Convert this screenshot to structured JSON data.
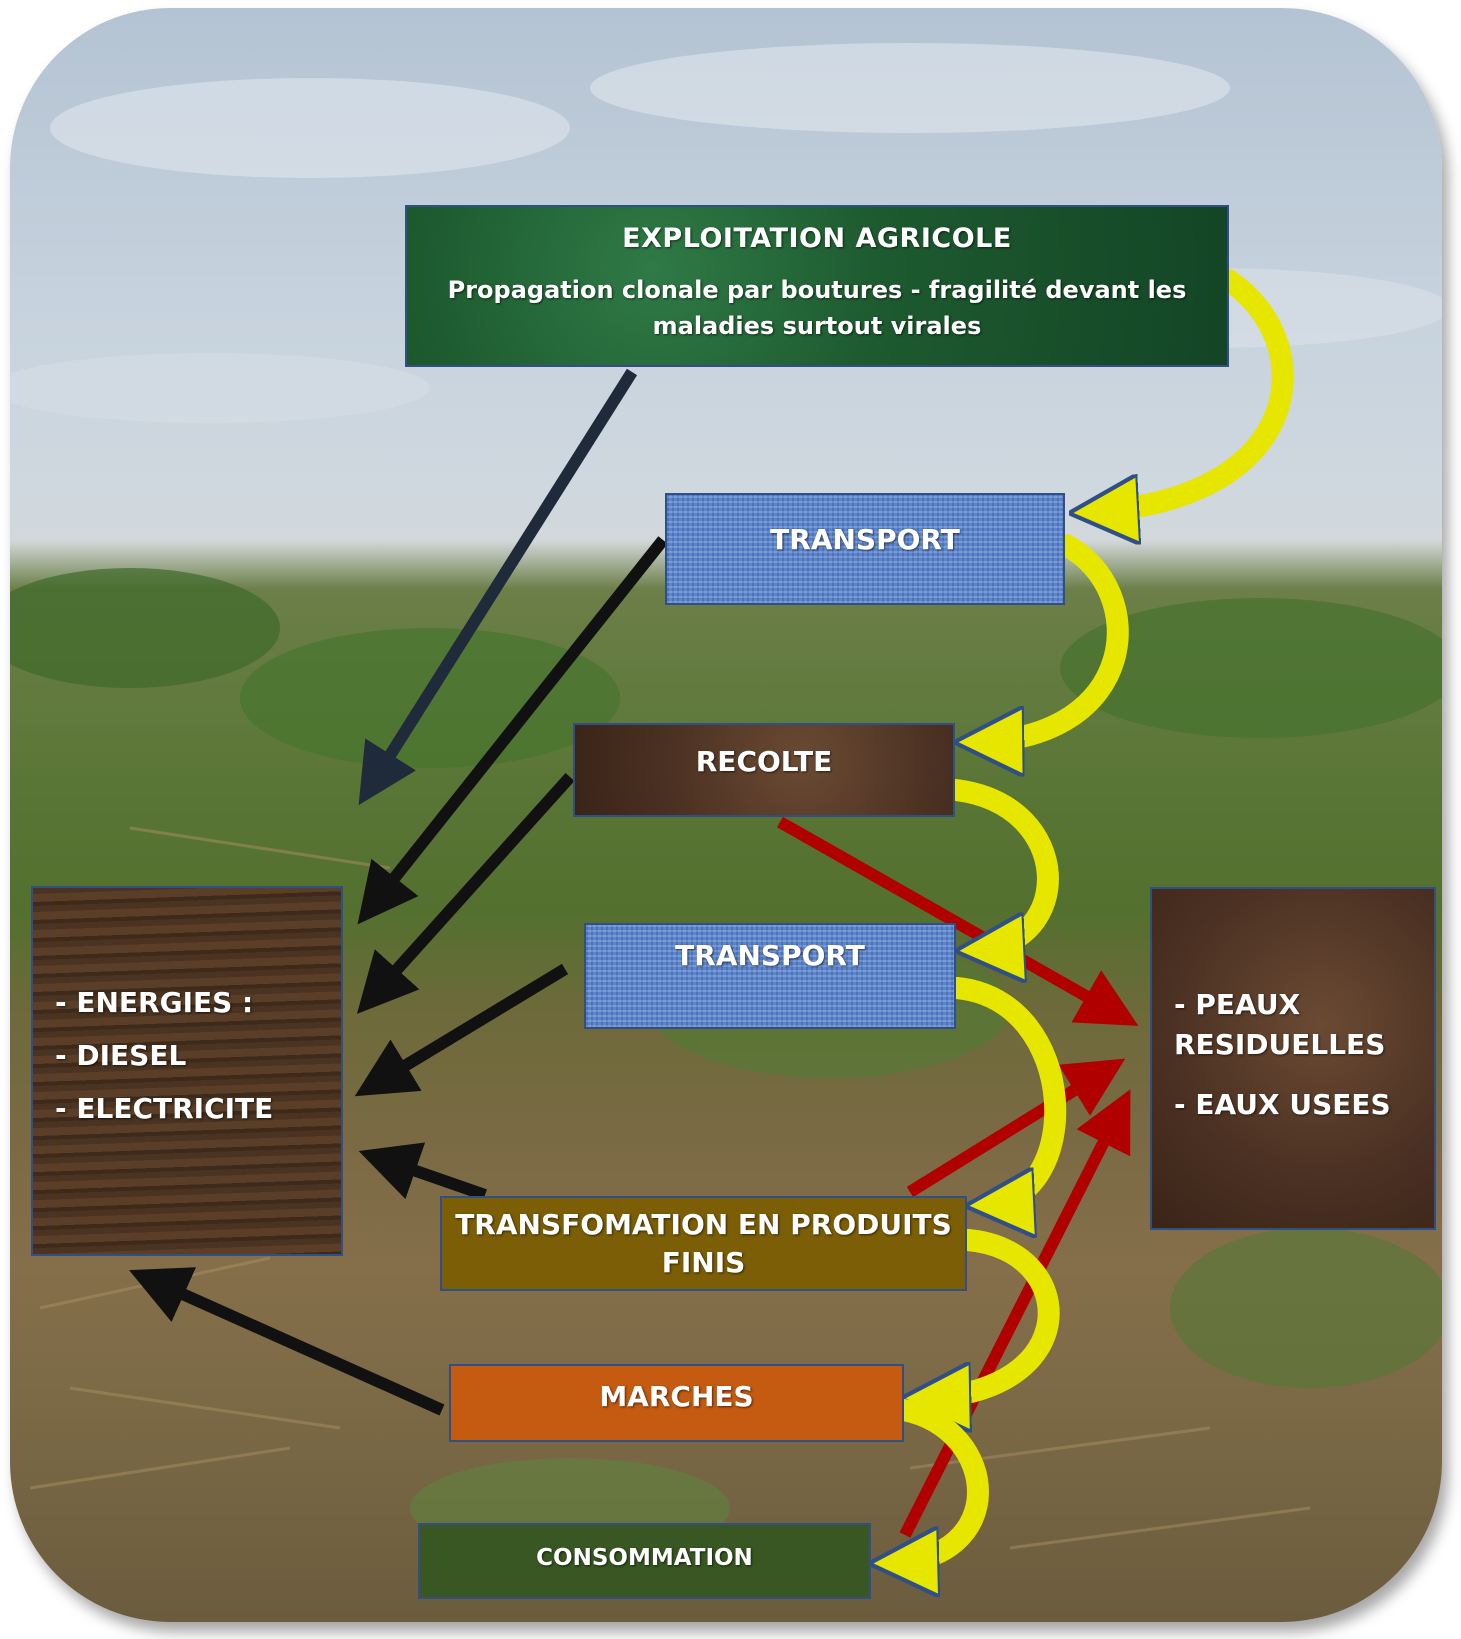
{
  "exploitation": {
    "title": "EXPLOITATION AGRICOLE",
    "subtitle": "Propagation clonale par boutures - fragilité devant les maladies surtout virales"
  },
  "transport_1": "TRANSPORT",
  "recolte": "RECOLTE",
  "transport_2": "TRANSPORT",
  "transformation": "TRANSFOMATION EN PRODUITS FINIS",
  "marches": "MARCHES",
  "consommation": "CONSOMMATION",
  "energies": {
    "line1": "- ENERGIES :",
    "line2": "- DIESEL",
    "line3": "- ELECTRICITE"
  },
  "residus": {
    "line1": "- PEAUX RESIDUELLES",
    "line2": "- EAUX USEES"
  },
  "colors": {
    "flow_arrow": "#e6e600",
    "energy_arrow": "#111111",
    "waste_arrow": "#b00000",
    "exploitation_box": "#1d5a2f",
    "transport_box": "#5b86cf",
    "transformation_box": "#7b5e06",
    "marches_box": "#c55a11",
    "consommation_box": "#385723"
  }
}
